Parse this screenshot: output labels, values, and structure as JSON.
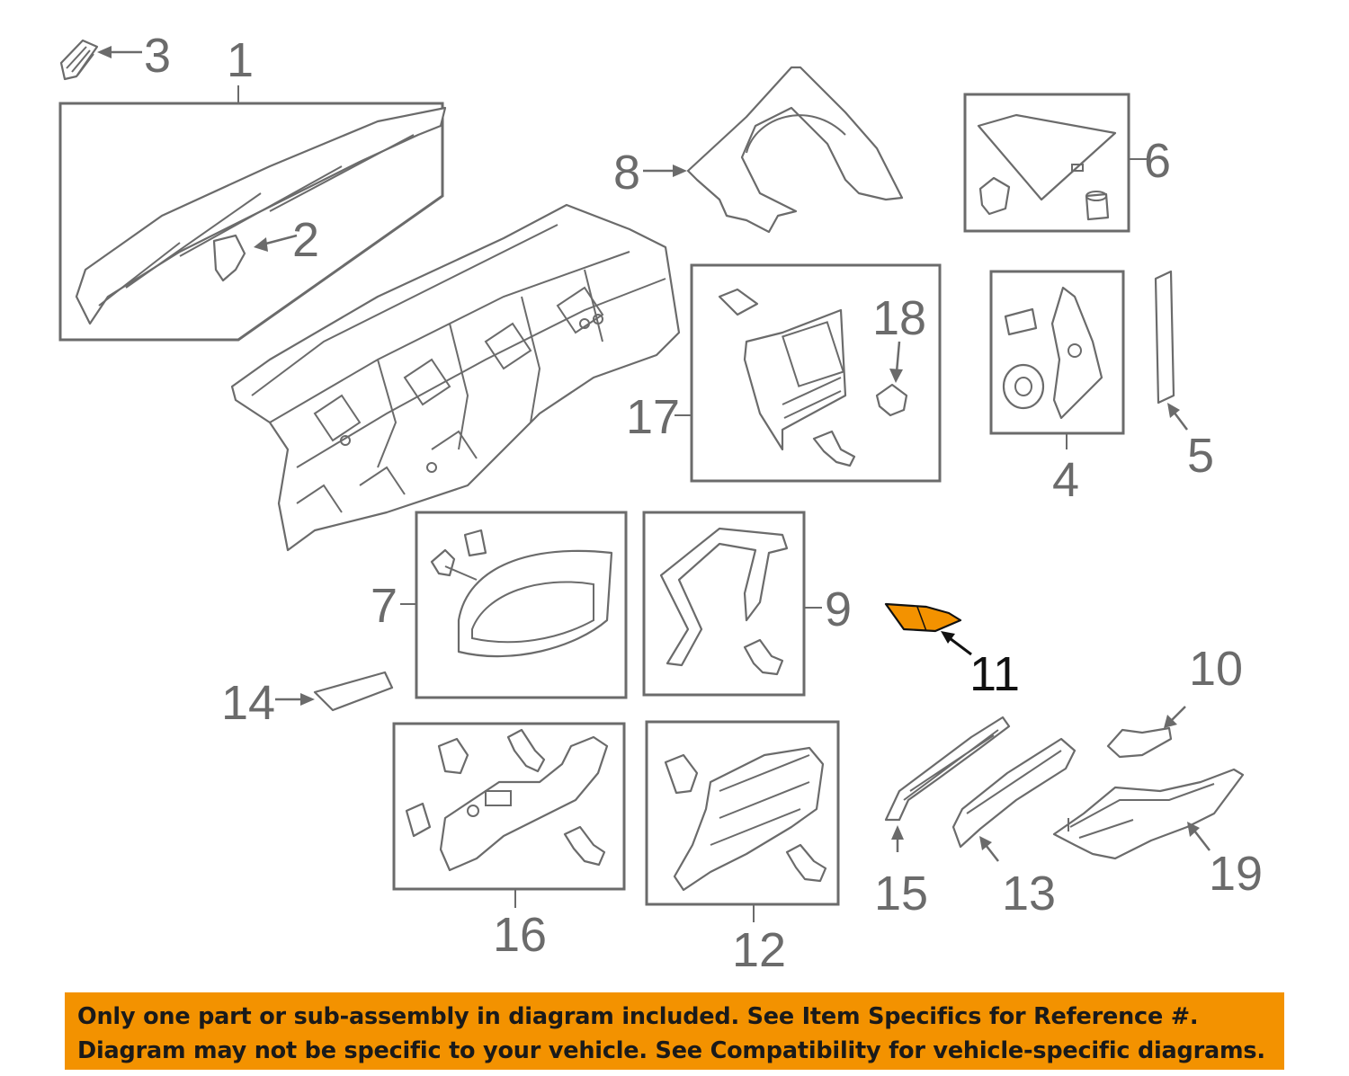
{
  "callouts": {
    "n1": "1",
    "n2": "2",
    "n3": "3",
    "n4": "4",
    "n5": "5",
    "n6": "6",
    "n7": "7",
    "n8": "8",
    "n9": "9",
    "n10": "10",
    "n11": "11",
    "n12": "12",
    "n13": "13",
    "n14": "14",
    "n15": "15",
    "n16": "16",
    "n17": "17",
    "n18": "18",
    "n19": "19"
  },
  "highlighted_part": "11",
  "colors": {
    "highlight": "#f39200",
    "line": "#6b6b6b",
    "banner": "#f39200"
  },
  "notice": {
    "line1": "Only one part or sub-assembly in diagram included. See Item Specifics for Reference #.",
    "line2": "Diagram may not be specific to your vehicle. See Compatibility for vehicle-specific diagrams."
  }
}
